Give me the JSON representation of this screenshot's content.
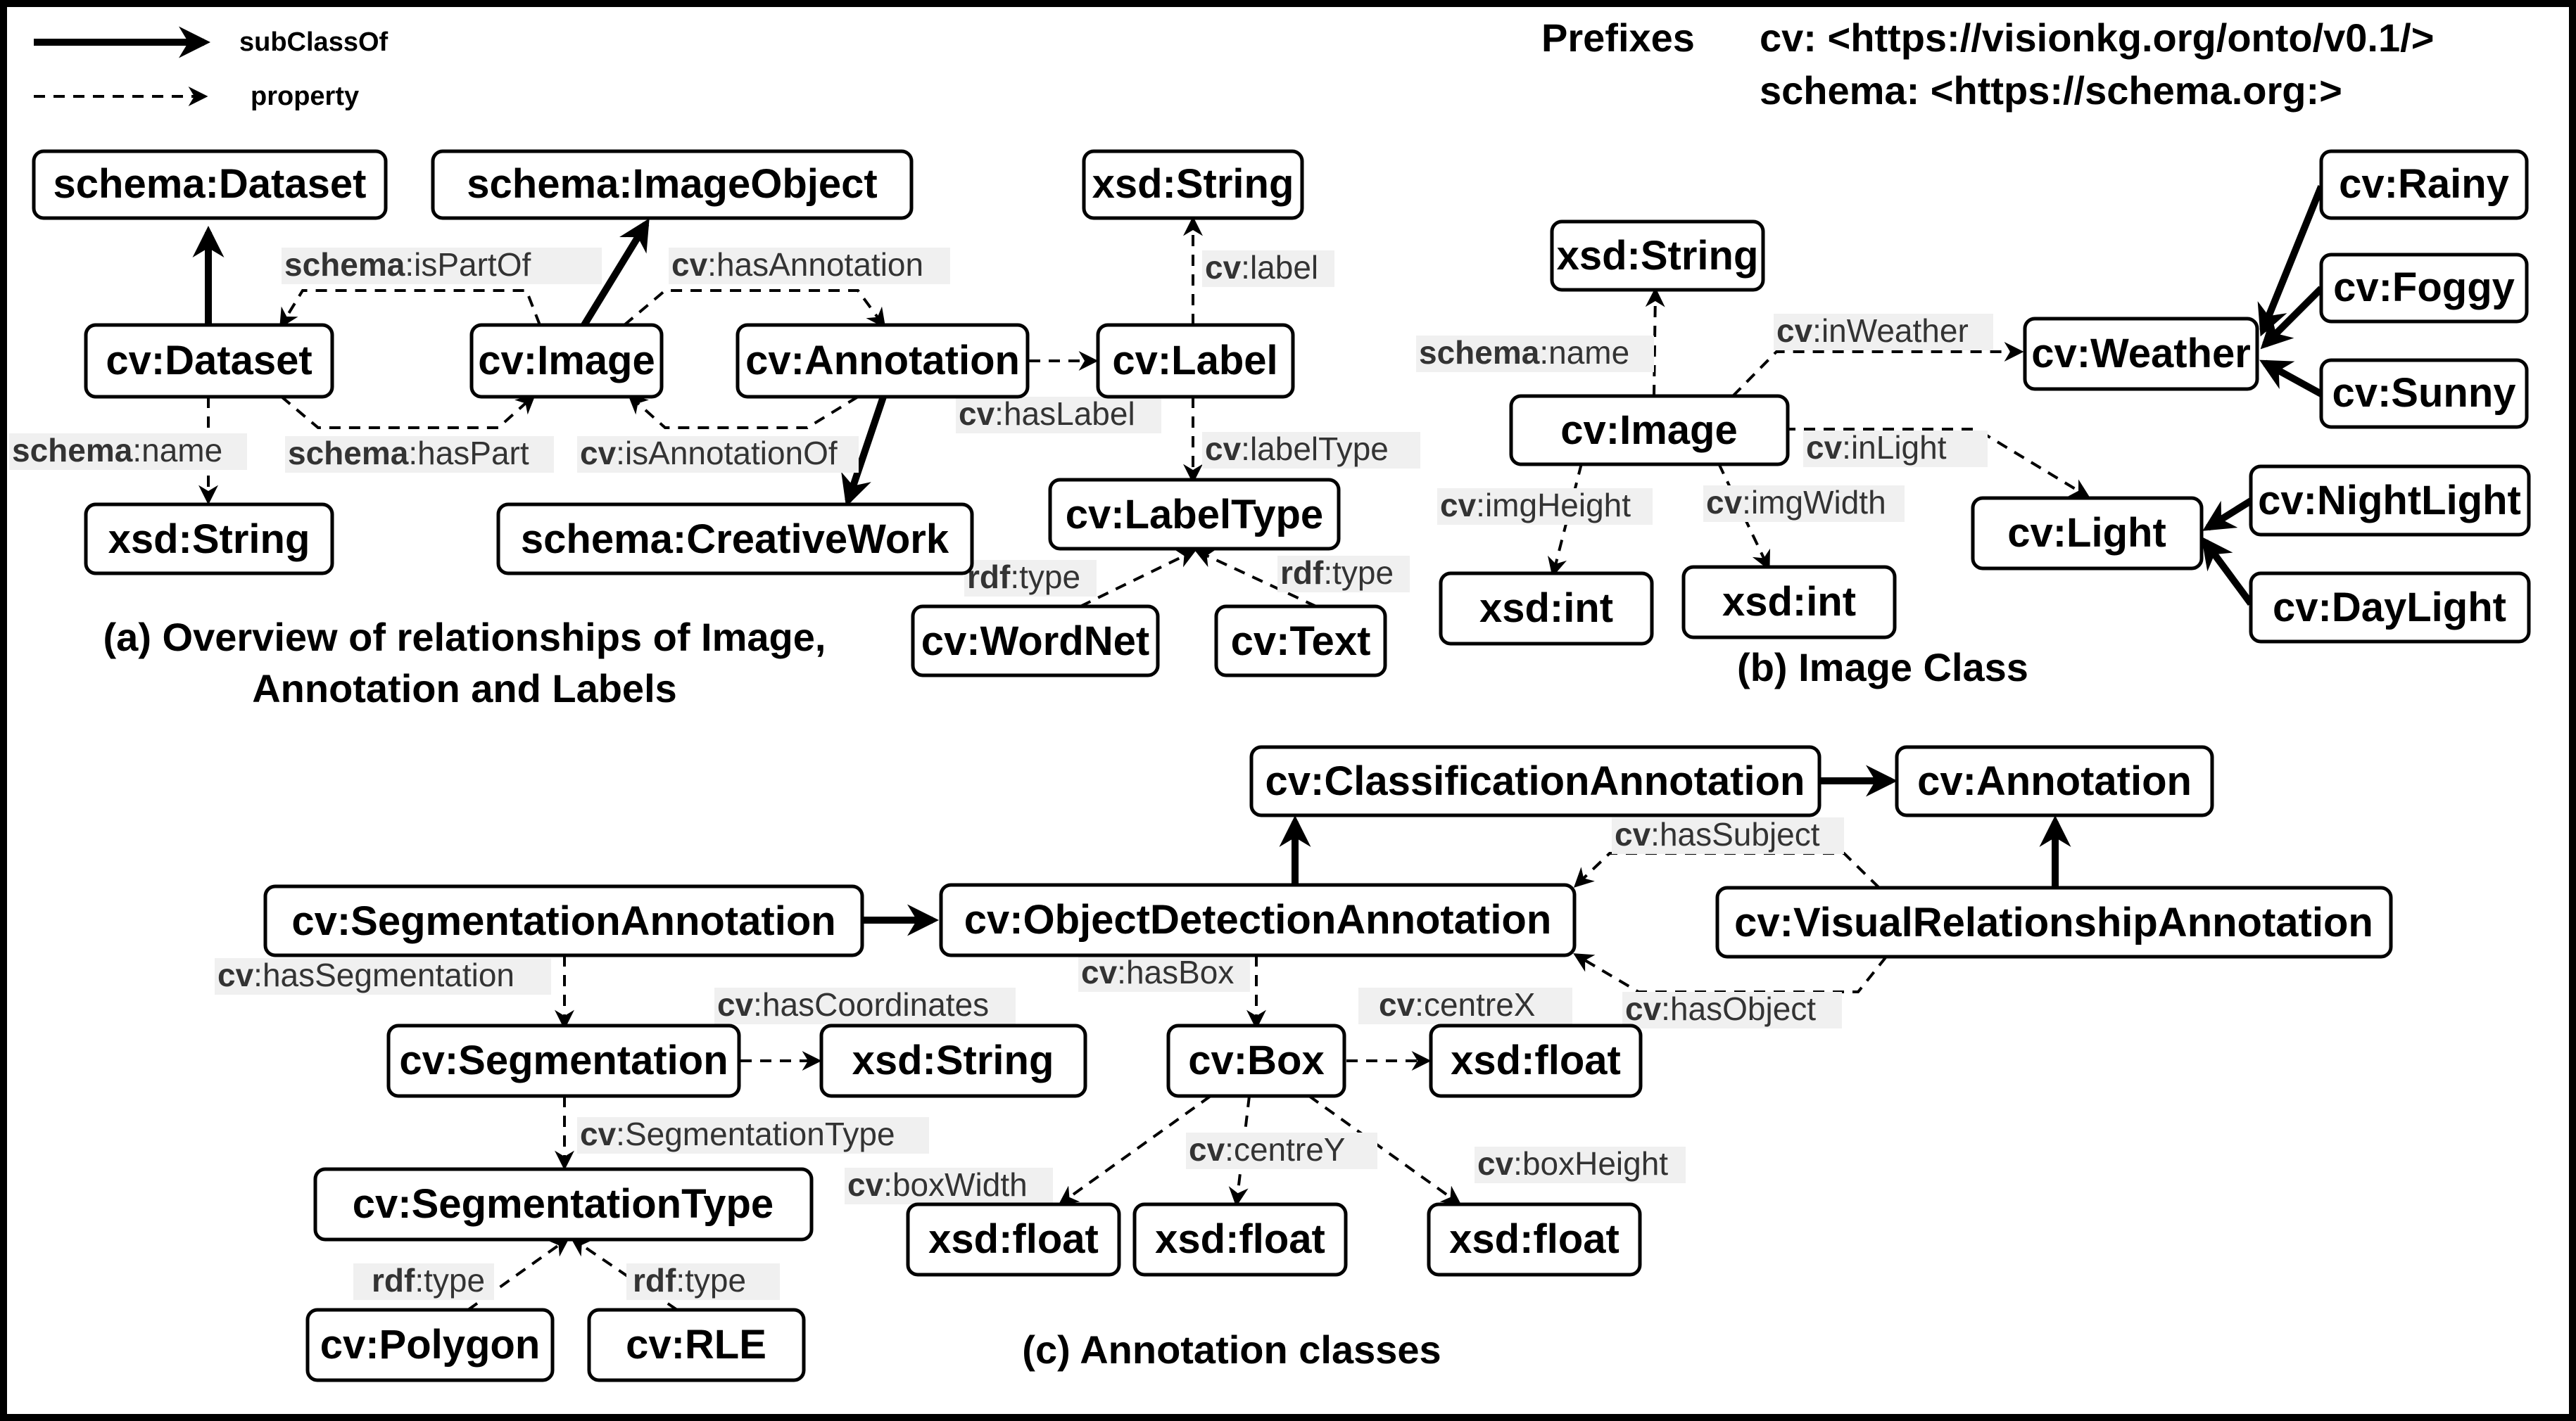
{
  "legend": {
    "subclass_label": "subClassOf",
    "property_label": "property"
  },
  "prefixes": {
    "heading": "Prefixes",
    "cv": "cv: <https://visionkg.org/onto/v0.1/>",
    "schema": "schema: <https://schema.org:>"
  },
  "captions": {
    "a_line1": "(a) Overview of  relationships of Image,",
    "a_line2": "Annotation and Labels",
    "b": "(b) Image Class",
    "c": "(c) Annotation classes"
  },
  "nodes": [
    {
      "id": "a_dataset_schema",
      "label": "schema:Dataset"
    },
    {
      "id": "a_imageobject",
      "label": "schema:ImageObject"
    },
    {
      "id": "a_xsdstring_top",
      "label": "xsd:String"
    },
    {
      "id": "a_dataset",
      "label": "cv:Dataset"
    },
    {
      "id": "a_image",
      "label": "cv:Image"
    },
    {
      "id": "a_annotation",
      "label": "cv:Annotation"
    },
    {
      "id": "a_label",
      "label": "cv:Label"
    },
    {
      "id": "a_xsdstring_bottom",
      "label": "xsd:String"
    },
    {
      "id": "a_creativework",
      "label": "schema:CreativeWork"
    },
    {
      "id": "a_labeltype",
      "label": "cv:LabelType"
    },
    {
      "id": "a_wordnet",
      "label": "cv:WordNet"
    },
    {
      "id": "a_text",
      "label": "cv:Text"
    },
    {
      "id": "b_xsdstring",
      "label": "xsd:String"
    },
    {
      "id": "b_image",
      "label": "cv:Image"
    },
    {
      "id": "b_weather",
      "label": "cv:Weather"
    },
    {
      "id": "b_rainy",
      "label": "cv:Rainy"
    },
    {
      "id": "b_foggy",
      "label": "cv:Foggy"
    },
    {
      "id": "b_sunny",
      "label": "cv:Sunny"
    },
    {
      "id": "b_light",
      "label": "cv:Light"
    },
    {
      "id": "b_nightlight",
      "label": "cv:NightLight"
    },
    {
      "id": "b_daylight",
      "label": "cv:DayLight"
    },
    {
      "id": "b_int_height",
      "label": "xsd:int"
    },
    {
      "id": "b_int_width",
      "label": "xsd:int"
    },
    {
      "id": "c_classification",
      "label": "cv:ClassificationAnnotation"
    },
    {
      "id": "c_annotation",
      "label": "cv:Annotation"
    },
    {
      "id": "c_segmentation_ann",
      "label": "cv:SegmentationAnnotation"
    },
    {
      "id": "c_objectdetection",
      "label": "cv:ObjectDetectionAnnotation"
    },
    {
      "id": "c_visualrel",
      "label": "cv:VisualRelationshipAnnotation"
    },
    {
      "id": "c_segmentation",
      "label": "cv:Segmentation"
    },
    {
      "id": "c_xsdstring",
      "label": "xsd:String"
    },
    {
      "id": "c_box",
      "label": "cv:Box"
    },
    {
      "id": "c_float_centrex",
      "label": "xsd:float"
    },
    {
      "id": "c_segtype",
      "label": "cv:SegmentationType"
    },
    {
      "id": "c_float_boxwidth",
      "label": "xsd:float"
    },
    {
      "id": "c_float_centrey",
      "label": "xsd:float"
    },
    {
      "id": "c_float_boxheight",
      "label": "xsd:float"
    },
    {
      "id": "c_polygon",
      "label": "cv:Polygon"
    },
    {
      "id": "c_rle",
      "label": "cv:RLE"
    }
  ],
  "edges": [
    {
      "from": "a_dataset",
      "to": "a_dataset_schema",
      "kind": "subClassOf"
    },
    {
      "from": "a_image",
      "to": "a_imageobject",
      "kind": "subClassOf"
    },
    {
      "from": "a_annotation",
      "to": "a_creativework",
      "kind": "subClassOf"
    },
    {
      "from": "a_image",
      "to": "a_dataset",
      "kind": "property",
      "prefix": "schema",
      "name": ":isPartOf"
    },
    {
      "from": "a_image",
      "to": "a_annotation",
      "kind": "property",
      "prefix": "cv",
      "name": ":hasAnnotation"
    },
    {
      "from": "a_dataset",
      "to": "a_image",
      "kind": "property",
      "prefix": "schema",
      "name": ":hasPart"
    },
    {
      "from": "a_annotation",
      "to": "a_image",
      "kind": "property",
      "prefix": "cv",
      "name": ":isAnnotationOf"
    },
    {
      "from": "a_dataset",
      "to": "a_xsdstring_bottom",
      "kind": "property",
      "prefix": "schema",
      "name": ":name"
    },
    {
      "from": "a_annotation",
      "to": "a_label",
      "kind": "property",
      "prefix": "cv",
      "name": ":hasLabel"
    },
    {
      "from": "a_label",
      "to": "a_xsdstring_top",
      "kind": "property",
      "prefix": "cv",
      "name": ":label"
    },
    {
      "from": "a_label",
      "to": "a_labeltype",
      "kind": "property",
      "prefix": "cv",
      "name": ":labelType"
    },
    {
      "from": "a_wordnet",
      "to": "a_labeltype",
      "kind": "property",
      "prefix": "rdf",
      "name": ":type"
    },
    {
      "from": "a_text",
      "to": "a_labeltype",
      "kind": "property",
      "prefix": "rdf",
      "name": ":type"
    },
    {
      "from": "b_image",
      "to": "b_xsdstring",
      "kind": "property",
      "prefix": "schema",
      "name": ":name"
    },
    {
      "from": "b_image",
      "to": "b_weather",
      "kind": "property",
      "prefix": "cv",
      "name": ":inWeather"
    },
    {
      "from": "b_image",
      "to": "b_light",
      "kind": "property",
      "prefix": "cv",
      "name": ":inLight"
    },
    {
      "from": "b_image",
      "to": "b_int_height",
      "kind": "property",
      "prefix": "cv",
      "name": ":imgHeight"
    },
    {
      "from": "b_image",
      "to": "b_int_width",
      "kind": "property",
      "prefix": "cv",
      "name": ":imgWidth"
    },
    {
      "from": "b_rainy",
      "to": "b_weather",
      "kind": "subClassOf"
    },
    {
      "from": "b_foggy",
      "to": "b_weather",
      "kind": "subClassOf"
    },
    {
      "from": "b_sunny",
      "to": "b_weather",
      "kind": "subClassOf"
    },
    {
      "from": "b_nightlight",
      "to": "b_light",
      "kind": "subClassOf"
    },
    {
      "from": "b_daylight",
      "to": "b_light",
      "kind": "subClassOf"
    },
    {
      "from": "c_classification",
      "to": "c_annotation",
      "kind": "subClassOf"
    },
    {
      "from": "c_objectdetection",
      "to": "c_classification",
      "kind": "subClassOf"
    },
    {
      "from": "c_visualrel",
      "to": "c_annotation",
      "kind": "subClassOf"
    },
    {
      "from": "c_segmentation_ann",
      "to": "c_objectdetection",
      "kind": "subClassOf"
    },
    {
      "from": "c_visualrel",
      "to": "c_objectdetection",
      "kind": "property",
      "prefix": "cv",
      "name": ":hasSubject"
    },
    {
      "from": "c_visualrel",
      "to": "c_objectdetection",
      "kind": "property",
      "prefix": "cv",
      "name": ":hasObject"
    },
    {
      "from": "c_segmentation_ann",
      "to": "c_segmentation",
      "kind": "property",
      "prefix": "cv",
      "name": ":hasSegmentation"
    },
    {
      "from": "c_segmentation",
      "to": "c_xsdstring",
      "kind": "property",
      "prefix": "cv",
      "name": ":hasCoordinates"
    },
    {
      "from": "c_segmentation",
      "to": "c_segtype",
      "kind": "property",
      "prefix": "cv",
      "name": ":SegmentationType"
    },
    {
      "from": "c_objectdetection",
      "to": "c_box",
      "kind": "property",
      "prefix": "cv",
      "name": ":hasBox"
    },
    {
      "from": "c_box",
      "to": "c_float_centrex",
      "kind": "property",
      "prefix": "cv",
      "name": ":centreX"
    },
    {
      "from": "c_box",
      "to": "c_float_boxwidth",
      "kind": "property",
      "prefix": "cv",
      "name": ":boxWidth"
    },
    {
      "from": "c_box",
      "to": "c_float_centrey",
      "kind": "property",
      "prefix": "cv",
      "name": ":centreY"
    },
    {
      "from": "c_box",
      "to": "c_float_boxheight",
      "kind": "property",
      "prefix": "cv",
      "name": ":boxHeight"
    },
    {
      "from": "c_polygon",
      "to": "c_segtype",
      "kind": "property",
      "prefix": "rdf",
      "name": ":type"
    },
    {
      "from": "c_rle",
      "to": "c_segtype",
      "kind": "property",
      "prefix": "rdf",
      "name": ":type"
    }
  ]
}
